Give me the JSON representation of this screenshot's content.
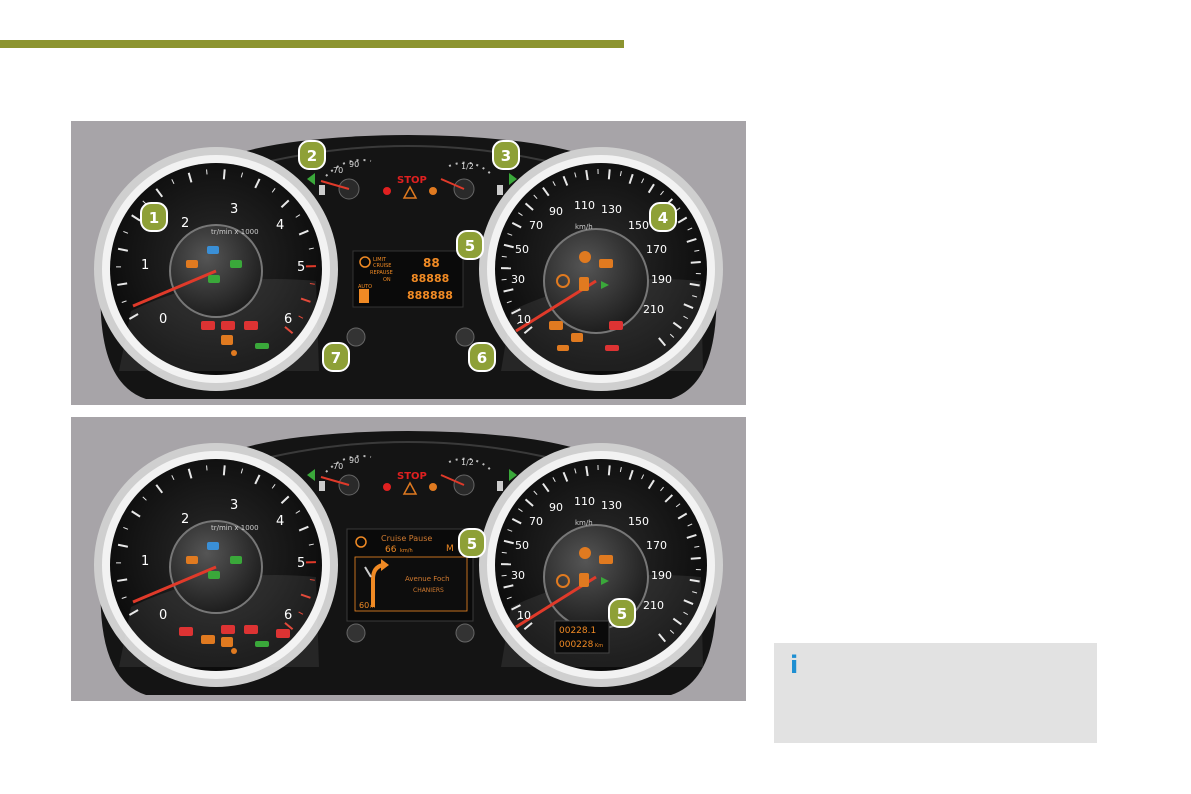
{
  "figure_top": {
    "dial_left": {
      "scale": [
        "0",
        "1",
        "2",
        "3",
        "4",
        "5",
        "6"
      ],
      "unit": "tr/min x 1000"
    },
    "dial_right": {
      "scale": [
        "10",
        "30",
        "50",
        "70",
        "90",
        "110",
        "130",
        "150",
        "170",
        "190",
        "210"
      ],
      "unit": "km/h"
    },
    "temp_gauge": {
      "labels": [
        "70",
        "90"
      ]
    },
    "fuel_gauge": {
      "labels": [
        "1/2"
      ]
    },
    "stop_label": "STOP",
    "display": {
      "line1": "LIMIT",
      "line2": "CRUISE",
      "line3": "REPAUSE",
      "line4": "ON",
      "line5": "AUTO",
      "digits1": "88",
      "digits2": "88888",
      "digits3": "888888"
    },
    "callouts": [
      "1",
      "2",
      "3",
      "4",
      "5",
      "6",
      "7"
    ]
  },
  "figure_bottom": {
    "dial_left": {
      "scale": [
        "0",
        "1",
        "2",
        "3",
        "4",
        "5",
        "6"
      ],
      "unit": "tr/min x 1000"
    },
    "dial_right": {
      "scale": [
        "10",
        "30",
        "50",
        "70",
        "90",
        "110",
        "130",
        "150",
        "170",
        "190",
        "210"
      ],
      "unit": "km/h"
    },
    "temp_gauge": {
      "labels": [
        "70",
        "90"
      ]
    },
    "fuel_gauge": {
      "labels": [
        "1/2"
      ]
    },
    "stop_label": "STOP",
    "display": {
      "title": "Cruise Pause",
      "speed": "66",
      "speed_unit": "km/h",
      "street": "Avenue Foch",
      "city": "CHANIERS",
      "distance": "60",
      "distance_unit": "m",
      "side_letter": "M"
    },
    "trip": {
      "line1": "00228.1",
      "line2": "000228",
      "unit": "Km"
    },
    "callouts": [
      "5",
      "5"
    ]
  },
  "info_box": {
    "icon": "info-icon",
    "symbol": "i"
  },
  "colors": {
    "accent_bar": "#8c9430",
    "info_icon": "#1e8fd2",
    "callout": "#8ea037"
  }
}
